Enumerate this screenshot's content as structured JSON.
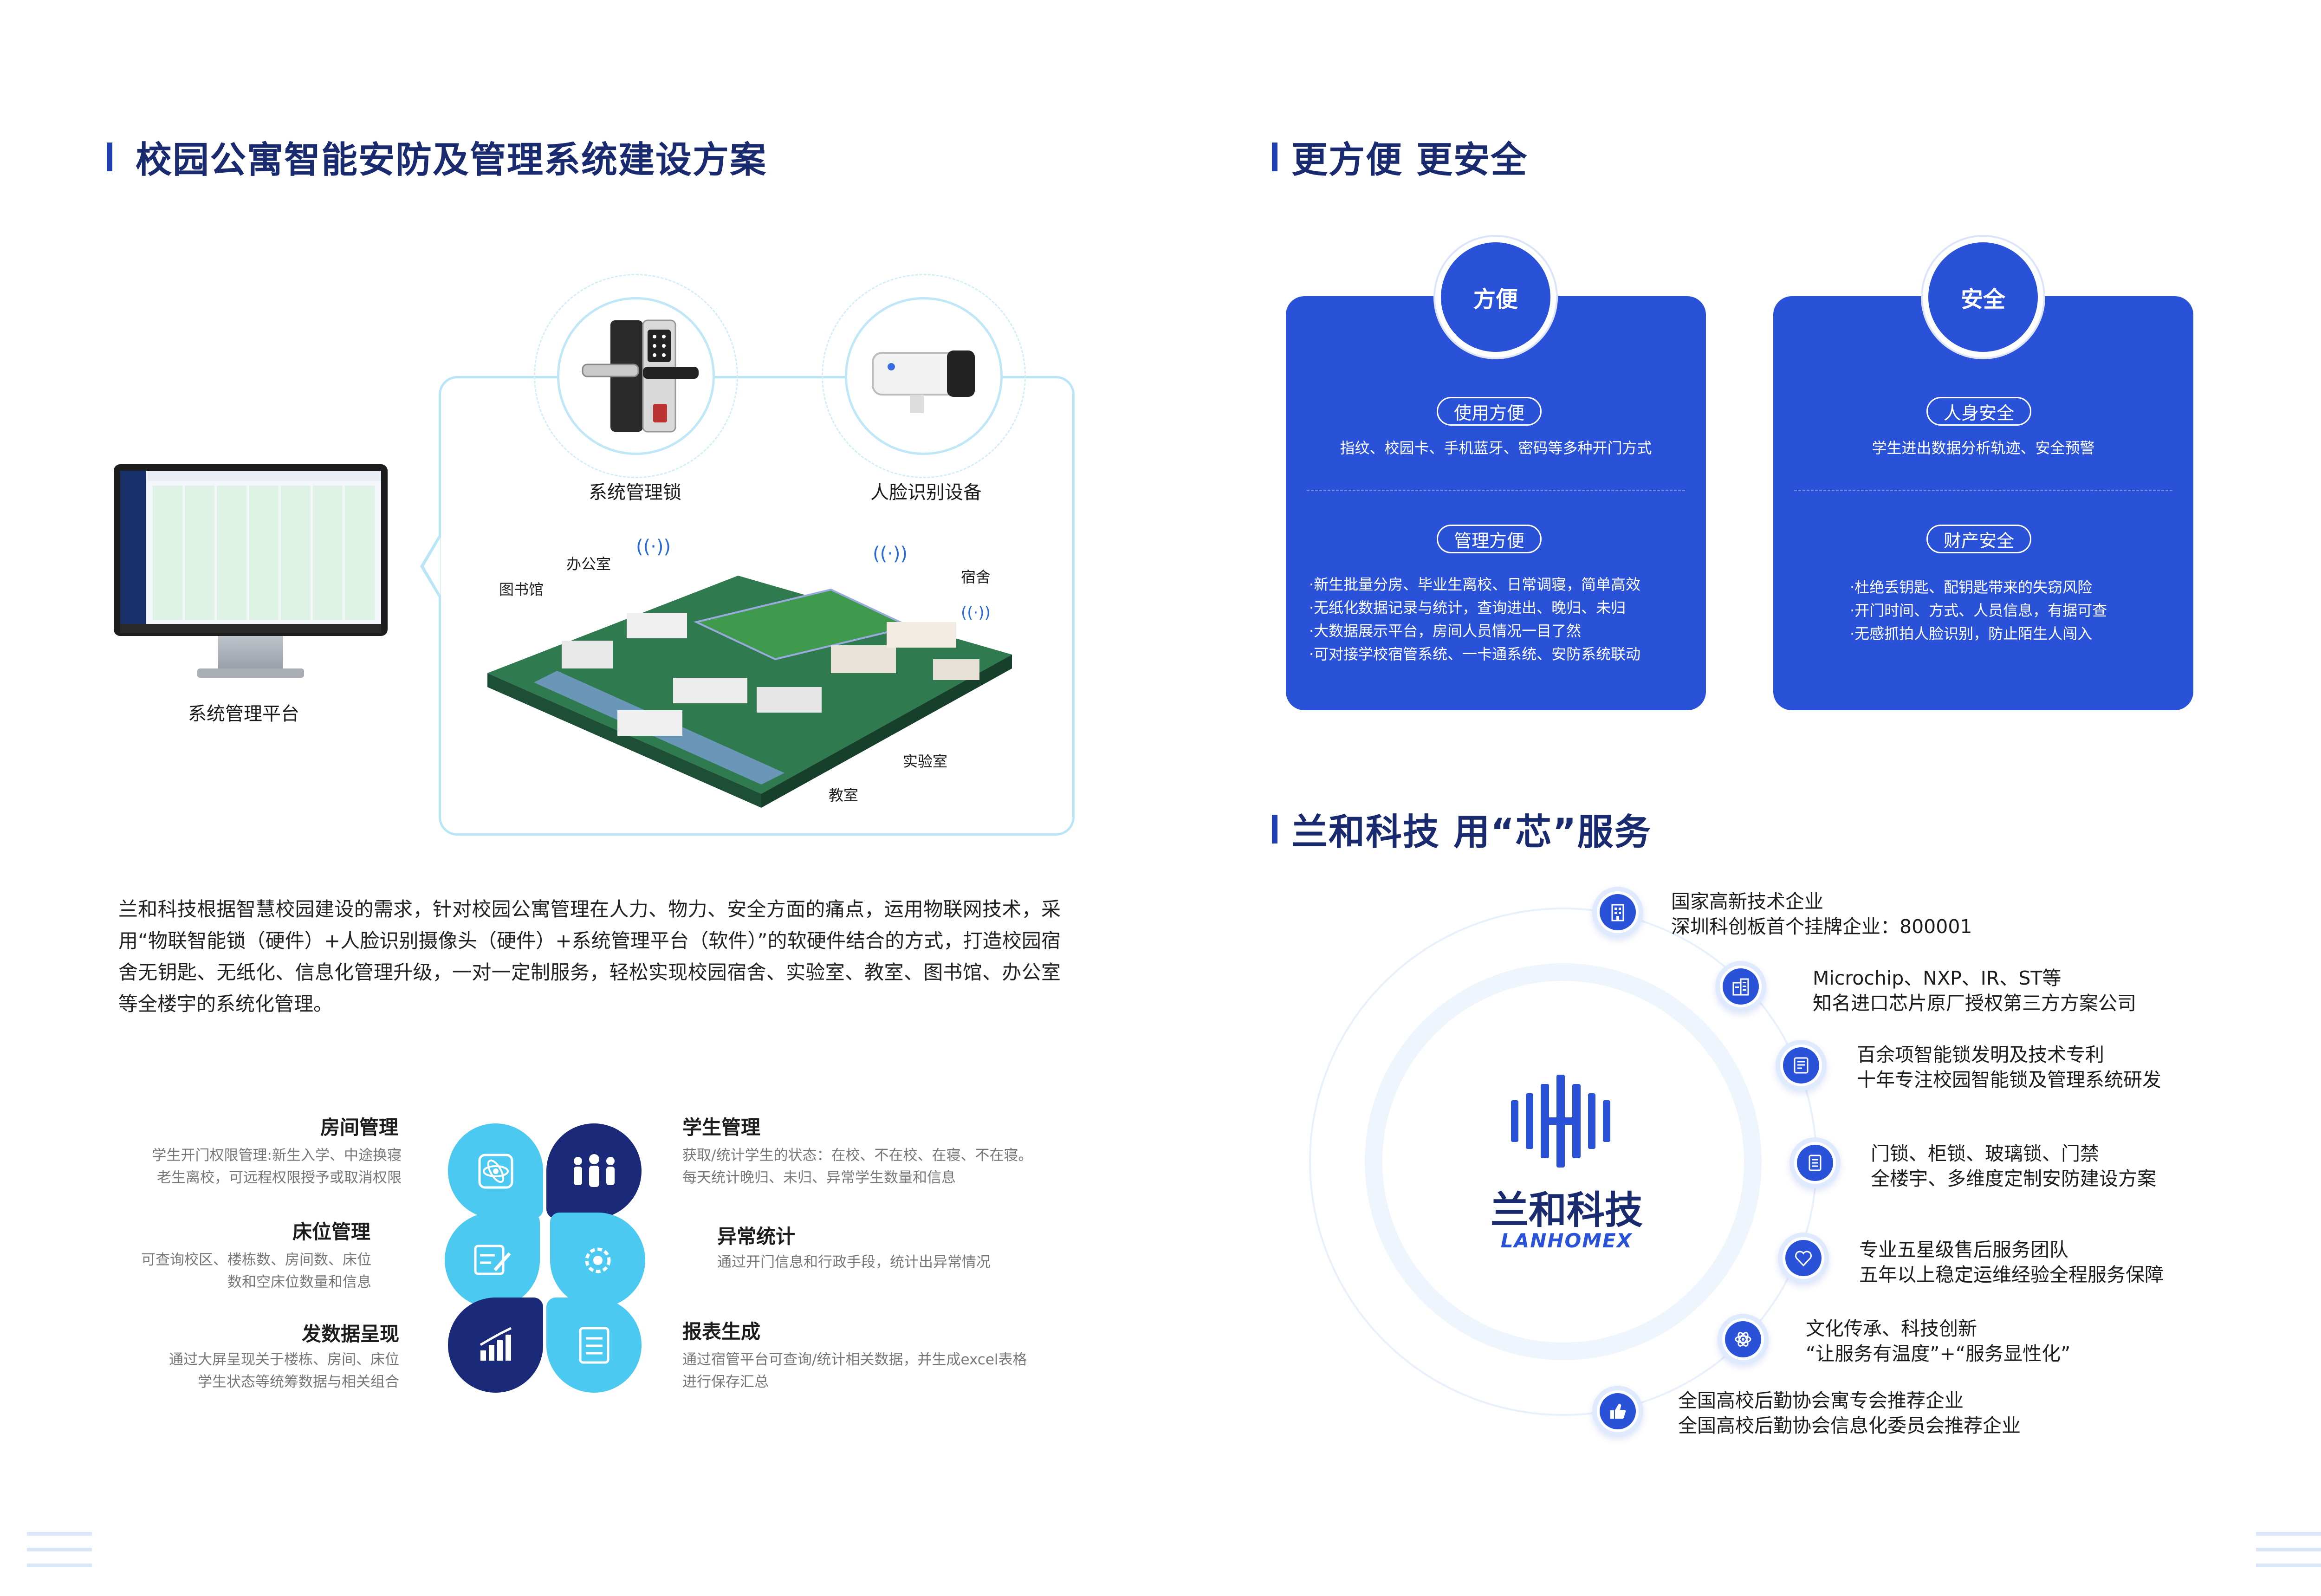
{
  "left": {
    "title": "校园公寓智能安防及管理系统建设方案",
    "devices": {
      "lock_label": "系统管理锁",
      "camera_label": "人脸识别设备",
      "platform_label": "系统管理平台"
    },
    "campus_labels": {
      "library": "图书馆",
      "office": "办公室",
      "dorm": "宿舍",
      "lab": "实验室",
      "classroom": "教室"
    },
    "intro": "兰和科技根据智慧校园建设的需求，针对校园公寓管理在人力、物力、安全方面的痛点，运用物联网技术，采用“物联智能锁（硬件）+人脸识别摄像头（硬件）+系统管理平台（软件）”的软硬件结合的方式，打造校园宿舍无钥匙、无纸化、信息化管理升级，一对一定制服务，轻松实现校园宿舍、实验室、教室、图书馆、办公室等全楼宇的系统化管理。",
    "functions": [
      {
        "title": "房间管理",
        "desc1": "学生开门权限管理:新生入学、中途换寝",
        "desc2": "老生离校，可远程权限授予或取消权限"
      },
      {
        "title": "床位管理",
        "desc1": "可查询校区、楼栋数、房间数、床位",
        "desc2": "数和空床位数量和信息"
      },
      {
        "title": "发数据呈现",
        "desc1": "通过大屏呈现关于楼栋、房间、床位",
        "desc2": "学生状态等统筹数据与相关组合"
      },
      {
        "title": "学生管理",
        "desc1": "获取/统计学生的状态：在校、不在校、在寝、不在寝。",
        "desc2": "每天统计晚归、未归、异常学生数量和信息"
      },
      {
        "title": "异常统计",
        "desc1": "通过开门信息和行政手段，统计出异常情况",
        "desc2": ""
      },
      {
        "title": "报表生成",
        "desc1": "通过宿管平台可查询/统计相关数据，并生成excel表格",
        "desc2": "进行保存汇总"
      }
    ]
  },
  "right": {
    "title1": "更方便 更安全",
    "cards": [
      {
        "badge": "方便",
        "sections": [
          {
            "pill": "使用方便",
            "lines": [
              "指纹、校园卡、手机蓝牙、密码等多种开门方式"
            ]
          },
          {
            "pill": "管理方便",
            "lines": [
              "·新生批量分房、毕业生离校、日常调寝，简单高效",
              "·无纸化数据记录与统计，查询进出、晚归、未归",
              "·大数据展示平台，房间人员情况一目了然",
              "·可对接学校宿管系统、一卡通系统、安防系统联动"
            ]
          }
        ]
      },
      {
        "badge": "安全",
        "sections": [
          {
            "pill": "人身安全",
            "lines": [
              "学生进出数据分析轨迹、安全预警"
            ]
          },
          {
            "pill": "财产安全",
            "lines": [
              "·杜绝丢钥匙、配钥匙带来的失窃风险",
              "·开门时间、方式、人员信息，有据可查",
              "·无感抓拍人脸识别，防止陌生人闯入"
            ]
          }
        ]
      }
    ],
    "title2": "兰和科技 用“芯”服务",
    "logo": {
      "cn": "兰和科技",
      "en": "LANHOMEX"
    },
    "features": [
      {
        "icon": "building-icon",
        "l1": "国家高新技术企业",
        "l2": "深圳科创板首个挂牌企业：800001"
      },
      {
        "icon": "office-icon",
        "l1": "Microchip、NXP、IR、ST等",
        "l2": "知名进口芯片原厂授权第三方方案公司"
      },
      {
        "icon": "certificate-icon",
        "l1": "百余项智能锁发明及技术专利",
        "l2": "十年专注校园智能锁及管理系统研发"
      },
      {
        "icon": "document-icon",
        "l1": "门锁、柜锁、玻璃锁、门禁",
        "l2": "全楼宇、多维度定制安防建设方案"
      },
      {
        "icon": "heart-icon",
        "l1": "专业五星级售后服务团队",
        "l2": "五年以上稳定运维经验全程服务保障"
      },
      {
        "icon": "atom-icon",
        "l1": "文化传承、科技创新",
        "l2": "“让服务有温度”+“服务显性化”"
      },
      {
        "icon": "thumbs-up-icon",
        "l1": "全国高校后勤协会寓专会推荐企业",
        "l2": "全国高校后勤协会信息化委员会推荐企业"
      }
    ]
  },
  "colors": {
    "primary": "#2a52d8",
    "navy": "#1a2a6e",
    "petal_light": "#4cc9f0",
    "petal_dark": "#1b2a78"
  }
}
